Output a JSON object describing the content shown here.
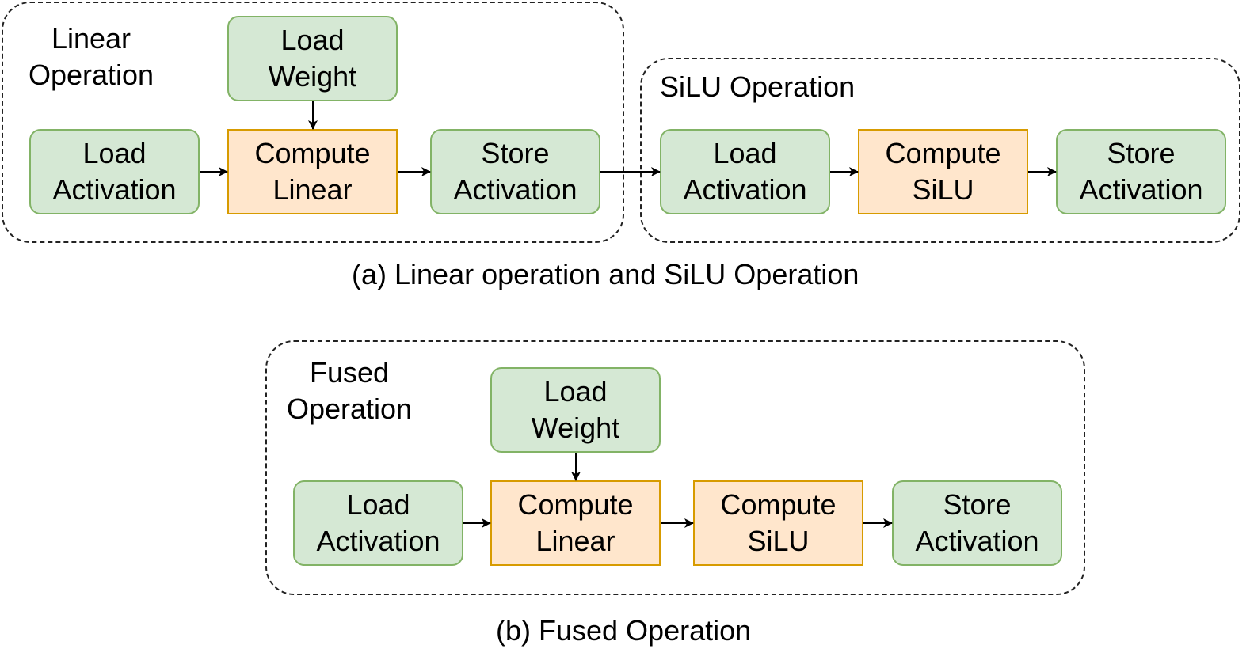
{
  "diagram_a": {
    "linear_group": {
      "title": "Linear\nOperation",
      "load_weight": "Load\nWeight",
      "load_activation": "Load\nActivation",
      "compute_linear": "Compute\nLinear",
      "store_activation": "Store\nActivation"
    },
    "silu_group": {
      "title": "SiLU Operation",
      "load_activation": "Load\nActivation",
      "compute_silu": "Compute\nSiLU",
      "store_activation": "Store\nActivation"
    },
    "caption": "(a) Linear operation and SiLU Operation"
  },
  "diagram_b": {
    "fused_group": {
      "title": "Fused\nOperation",
      "load_weight": "Load\nWeight",
      "load_activation": "Load\nActivation",
      "compute_linear": "Compute\nLinear",
      "compute_silu": "Compute\nSiLU",
      "store_activation": "Store\nActivation"
    },
    "caption": "(b) Fused Operation"
  },
  "colors": {
    "green_fill": "#d5e8d4",
    "green_stroke": "#82b366",
    "orange_fill": "#ffe6cc",
    "orange_stroke": "#d79b00"
  }
}
